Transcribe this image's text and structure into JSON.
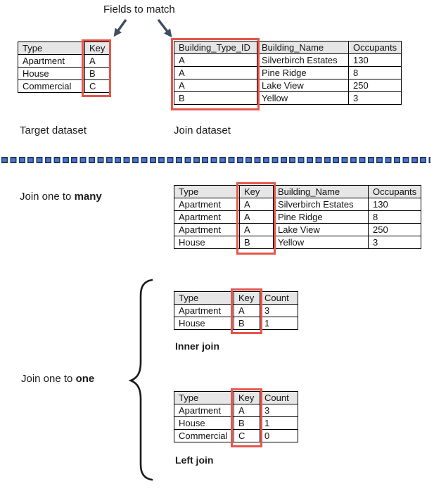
{
  "title": "Fields to match",
  "labels": {
    "target_dataset": "Target dataset",
    "join_dataset": "Join dataset",
    "join_one_to_many": {
      "prefix": "Join one to ",
      "bold": "many"
    },
    "join_one_to_one": {
      "prefix": "Join one to ",
      "bold": "one"
    },
    "inner_join": "Inner join",
    "left_join": "Left join"
  },
  "icons": {
    "arrow_down_left": "↙",
    "arrow_down_right": "↘",
    "brace_left": "{"
  },
  "tables": {
    "target": {
      "name": "Target dataset",
      "headers": [
        "Type",
        "Key"
      ],
      "rows": [
        [
          "Apartment",
          "A"
        ],
        [
          "House",
          "B"
        ],
        [
          "Commercial",
          "C"
        ]
      ],
      "key_column": "Key"
    },
    "join": {
      "name": "Join dataset",
      "headers": [
        "Building_Type_ID",
        "Building_Name",
        "Occupants"
      ],
      "rows": [
        [
          "A",
          "Silverbirch Estates",
          "130"
        ],
        [
          "A",
          "Pine Ridge",
          "8"
        ],
        [
          "A",
          "Lake View",
          "250"
        ],
        [
          "B",
          "Yellow",
          "3"
        ]
      ],
      "key_column": "Building_Type_ID"
    },
    "one_to_many": {
      "name": "Join one to many result",
      "headers": [
        "Type",
        "Key",
        "Building_Name",
        "Occupants"
      ],
      "rows": [
        [
          "Apartment",
          "A",
          "Silverbirch Estates",
          "130"
        ],
        [
          "Apartment",
          "A",
          "Pine Ridge",
          "8"
        ],
        [
          "Apartment",
          "A",
          "Lake View",
          "250"
        ],
        [
          "House",
          "B",
          "Yellow",
          "3"
        ]
      ],
      "key_column": "Key"
    },
    "inner_join": {
      "name": "Inner join result",
      "headers": [
        "Type",
        "Key",
        "Count"
      ],
      "rows": [
        [
          "Apartment",
          "A",
          "3"
        ],
        [
          "House",
          "B",
          "1"
        ]
      ],
      "key_column": "Key"
    },
    "left_join": {
      "name": "Left join result",
      "headers": [
        "Type",
        "Key",
        "Count"
      ],
      "rows": [
        [
          "Apartment",
          "A",
          "3"
        ],
        [
          "House",
          "B",
          "1"
        ],
        [
          "Commercial",
          "C",
          "0"
        ]
      ],
      "key_column": "Key"
    }
  },
  "colors": {
    "highlight_red": "#e8554b",
    "header_bg": "#e7e6e6",
    "divider_blue": "#4d79cc",
    "divider_navy": "#203864",
    "arrow": "#3f4d5e",
    "text": "#1a1a1a"
  }
}
